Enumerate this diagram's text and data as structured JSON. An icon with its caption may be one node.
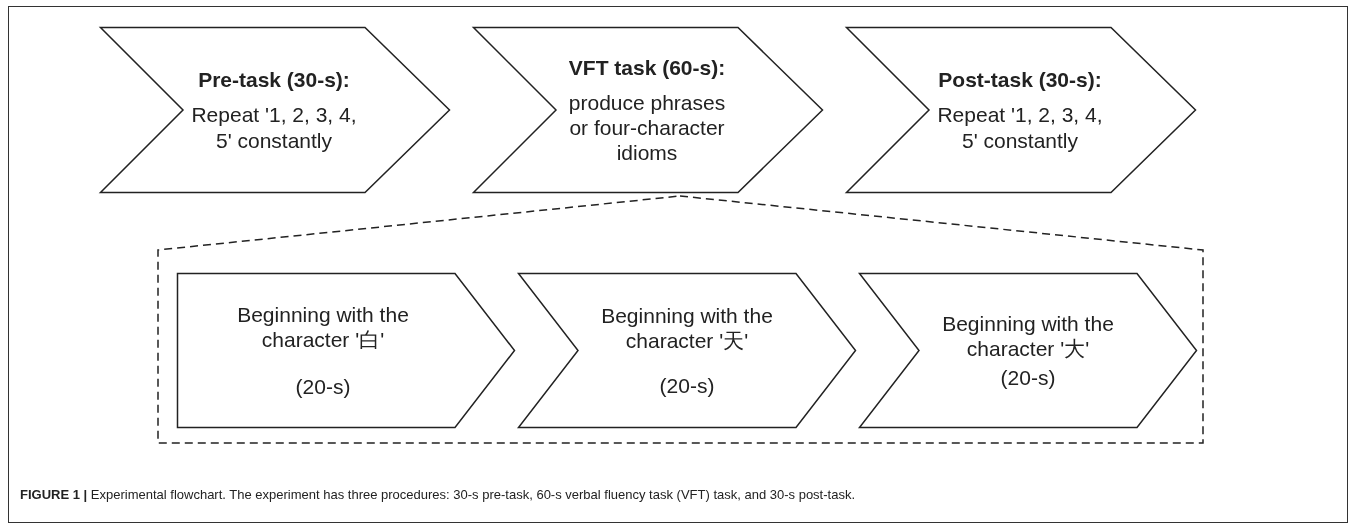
{
  "diagram": {
    "caption": "**FIGURE 1 |** Experimental flowchart. The experiment has three procedures: 30-s pre-task, 60-s verbal fluency task (VFT) task, and 30-s post-task.",
    "nodes": [
      {
        "text": [
          "Pre-task (30-s):",
          "Repeat '1, 2, 3, 4, 5' constantly"
        ]
      },
      {
        "text": [
          "VFT task (60-s):",
          "produce phrases or four-character idioms"
        ]
      },
      {
        "text": [
          "Post-task (30-s):",
          "Repeat '1, 2, 3, 4, 5' constantly"
        ]
      },
      {
        "text": [],
        "shape": "box"
      },
      {
        "text": [
          "Beginning with the character '白'",
          "(20-s)"
        ],
        "in": 3
      },
      {
        "text": [
          "Beginning with the character '天'",
          "(20-s)"
        ],
        "in": 3
      },
      {
        "text": [
          "Beginning with the character '大'",
          "(20-s)"
        ],
        "in": 3
      }
    ]
  }
}
